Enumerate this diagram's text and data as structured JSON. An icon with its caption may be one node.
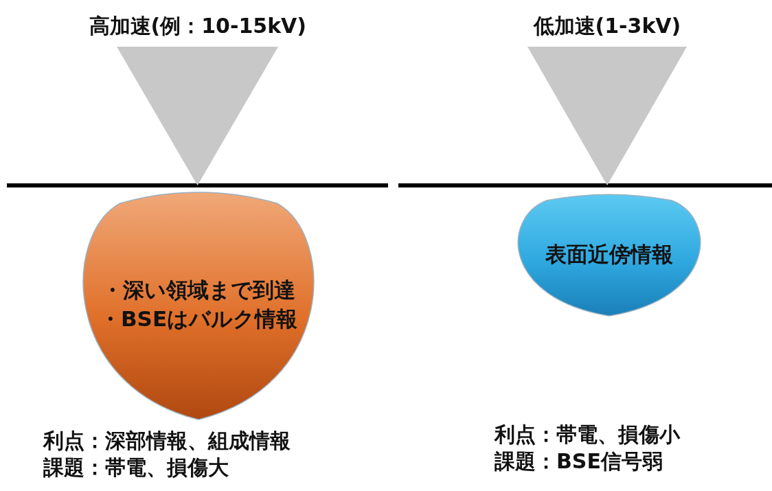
{
  "diagram": {
    "nodes": [
      {
        "text": [],
        "shape": "triangle"
      },
      {
        "text": [],
        "shape": "triangle"
      },
      {
        "text": [
          "・深い領域まで到達",
          "・BSEはバルク情報"
        ],
        "beside": [
          "利点：深部情報、組成情報",
          "課題：帯電、損傷大"
        ]
      },
      {
        "text": [
          "表面近傍情報"
        ],
        "beside": [
          "利点：帯電、損傷小",
          "課題：BSE信号弱"
        ]
      }
    ],
    "labels": [
      "高加速(例：10-15kV)",
      "低加速(1-3kV)"
    ]
  }
}
